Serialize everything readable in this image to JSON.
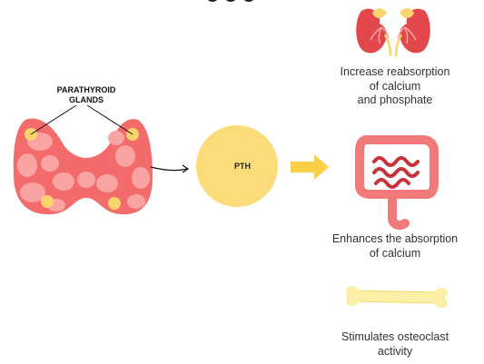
{
  "glands": {
    "label": "PARATHYROID\nGLANDS"
  },
  "hormone": {
    "label": "PTH"
  },
  "effects": [
    {
      "organ": "kidney-icon",
      "text": "Increase reabsorption\nof calcium\nand phosphate"
    },
    {
      "organ": "intestine-icon",
      "text": "Enhances the absorption\nof calcium"
    },
    {
      "organ": "bone-icon",
      "text": "Stimulates osteoclast\nactivity"
    }
  ],
  "colors": {
    "thyroid": "#f36b6b",
    "thyroid_lobule": "#f9a3a3",
    "gland": "#fbd46d",
    "pth_circle": "#fbdc78",
    "arrow": "#fbd046",
    "kidney": "#e2474c",
    "intestine": "#f07a7a",
    "bone": "#fcefa8"
  }
}
